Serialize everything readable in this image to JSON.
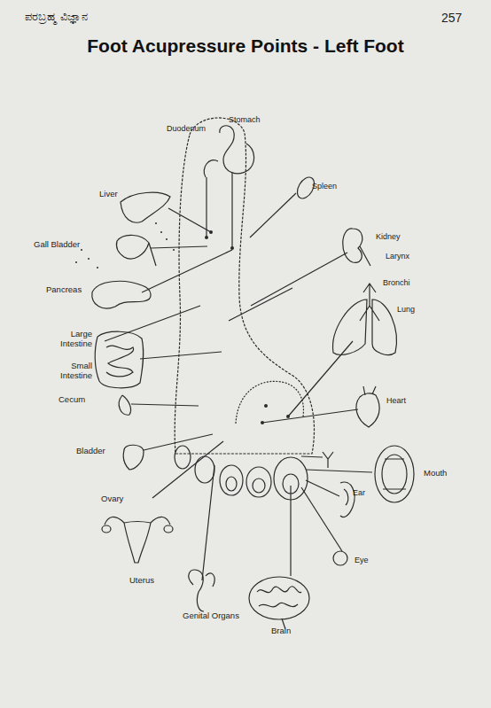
{
  "diagram": {
    "title": "Foot Acupressure Points - Left Foot",
    "labels": [
      "ಪರಬ್ರಹ್ಮ ವಿಜ್ಞಾನ",
      "257",
      "Duodenum",
      "Stomach",
      "Spleen",
      "Liver",
      "Gall Bladder",
      "Kidney",
      "Larynx",
      "Pancreas",
      "Bronchi",
      "Lung",
      "Large Intestine",
      "Small Intestine",
      "Cecum",
      "Heart",
      "Bladder",
      "Mouth",
      "Ear",
      "Ovary",
      "Eye",
      "Uterus",
      "Genital Organs",
      "Brain"
    ]
  }
}
